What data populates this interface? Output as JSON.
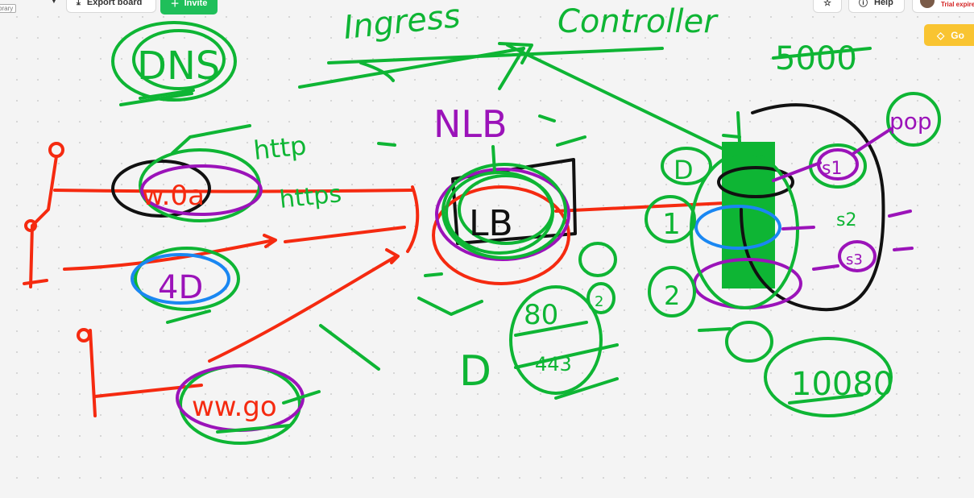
{
  "toolbar": {
    "library_label": "brary",
    "export_label": "Export board",
    "invite_label": "Invite",
    "help_label": "Help",
    "trial_label": "Trial expire",
    "go_label": "Go"
  },
  "colors": {
    "green": "#0eb534",
    "red": "#f52a10",
    "purple": "#9b13b9",
    "black": "#111111",
    "blue": "#1a87f2",
    "invite_bg": "#1fbf5a",
    "go_bg": "#f9c431"
  },
  "board": {
    "labels": {
      "ingress": "Ingress",
      "controller": "Controller",
      "count_5000": "5000",
      "dns": "DNS",
      "nlb": "NLB",
      "http": "http",
      "https": "https",
      "site_a": "w.0a",
      "site_b": "4D",
      "site_c": "ww.go",
      "lb": "LB",
      "port_80": "80",
      "port_443": "443",
      "port_10080": "10080",
      "svc_s1": "s1",
      "svc_s2": "s2",
      "svc_s3": "s3",
      "pop": "pop",
      "num_1": "1",
      "num_2": "2",
      "num_d": "D"
    }
  },
  "icons": [
    "export-icon",
    "invite-icon",
    "help-icon",
    "diamond-icon",
    "chevron-down-icon",
    "stick-figure-icon"
  ]
}
